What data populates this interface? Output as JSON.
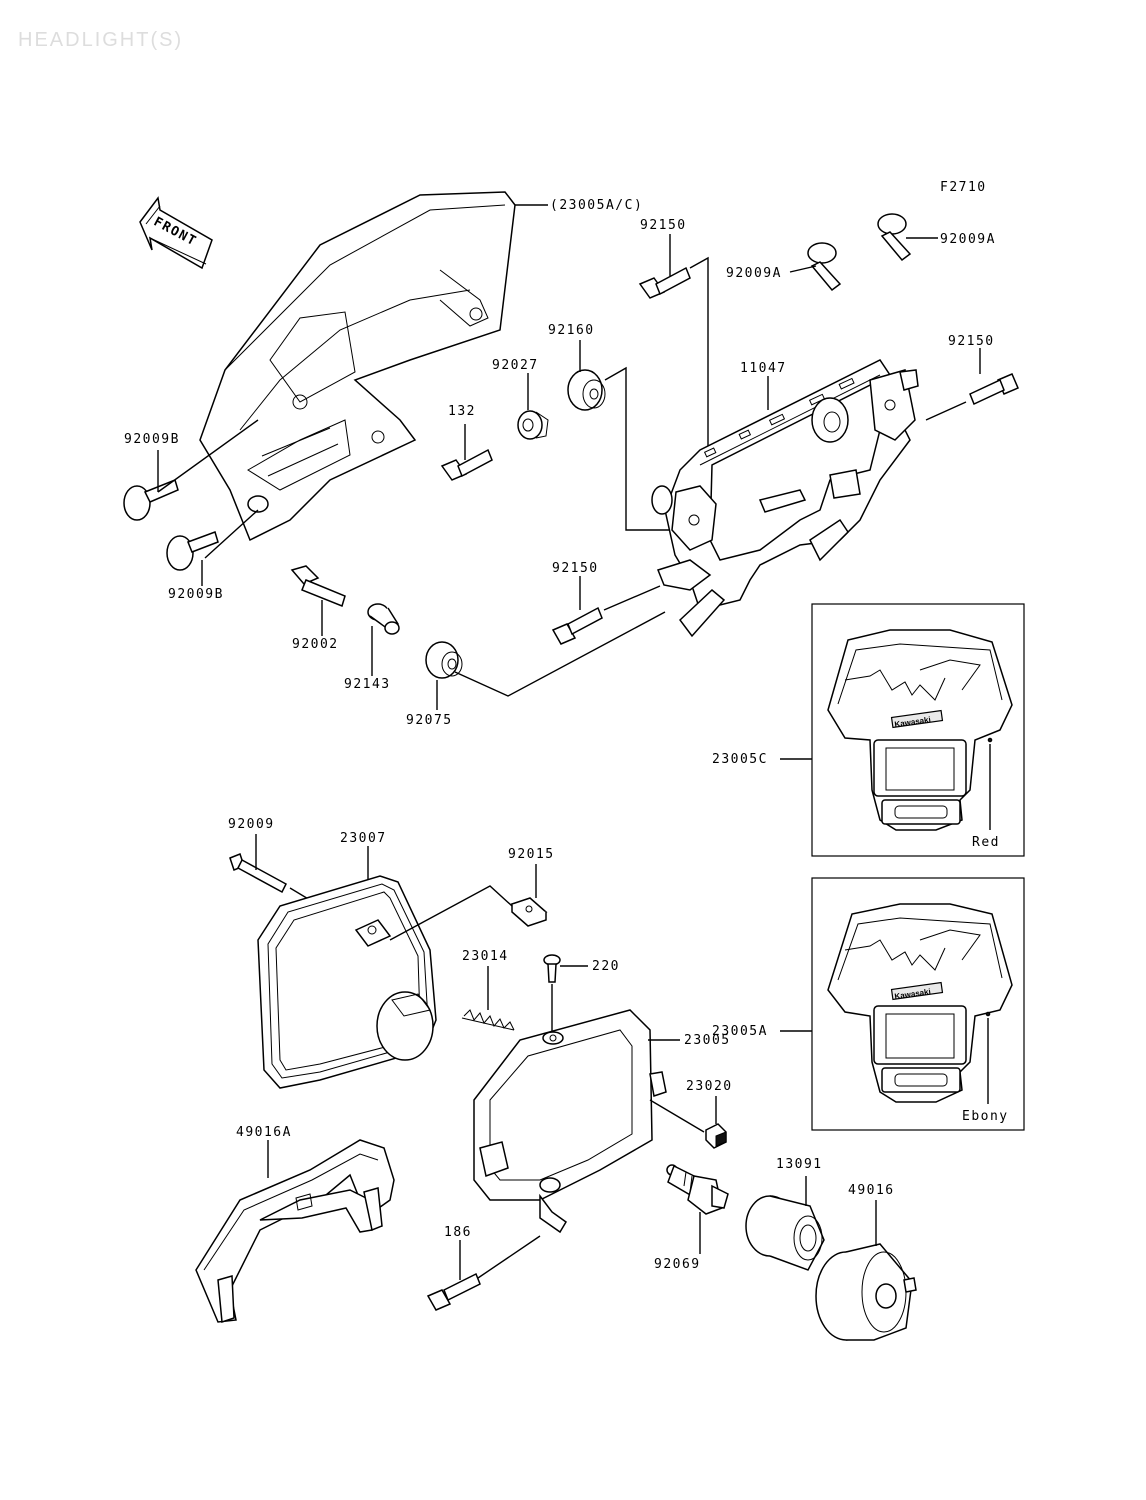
{
  "page_title": "HEADLIGHT(S)",
  "figure_code": "F2710",
  "front_arrow_label": "FRONT",
  "parts": {
    "p23005ac": "(23005A/C)",
    "p92150_top": "92150",
    "p92009a_1": "92009A",
    "p92009a_2": "92009A",
    "p92160": "92160",
    "p92027": "92027",
    "p11047": "11047",
    "p92150_right": "92150",
    "p132": "132",
    "p92009b_1": "92009B",
    "p92009b_2": "92009B",
    "p92150_mid": "92150",
    "p92002": "92002",
    "p92143": "92143",
    "p92075": "92075",
    "p23005c": "23005C",
    "p92009": "92009",
    "p23007": "23007",
    "p92015": "92015",
    "p23014": "23014",
    "p220": "220",
    "p23005": "23005",
    "p23005a": "23005A",
    "p23020": "23020",
    "p49016a": "49016A",
    "p13091": "13091",
    "p49016": "49016",
    "p186": "186",
    "p92069": "92069"
  },
  "color_variants": {
    "red": "Red",
    "ebony": "Ebony"
  },
  "brand_decal": "Kawasaki"
}
